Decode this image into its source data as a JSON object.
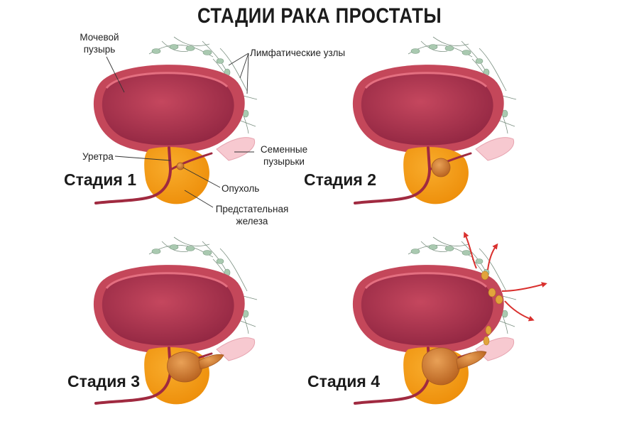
{
  "title": "СТАДИИ РАКА ПРОСТАТЫ",
  "stages": [
    {
      "label": "Стадия 1"
    },
    {
      "label": "Стадия 2"
    },
    {
      "label": "Стадия 3"
    },
    {
      "label": "Стадия 4"
    }
  ],
  "labels": {
    "bladder_line1": "Мочевой",
    "bladder_line2": "пузырь",
    "lymph": "Лимфатические узлы",
    "vesicles_line1": "Семенные",
    "vesicles_line2": "пузырьки",
    "urethra": "Уретра",
    "tumor": "Опухоль",
    "prostate_line1": "Предстательная",
    "prostate_line2": "железа"
  },
  "colors": {
    "bladder_outer": "#c4475a",
    "bladder_inner": "#a8314a",
    "bladder_rim": "#e46f80",
    "prostate": "#f49a12",
    "urethra": "#a02a40",
    "vesicle": "#f7c9d0",
    "lymph_node": "#a9c9b0",
    "tumor": "#d9822a",
    "arrow": "#d9302e"
  }
}
